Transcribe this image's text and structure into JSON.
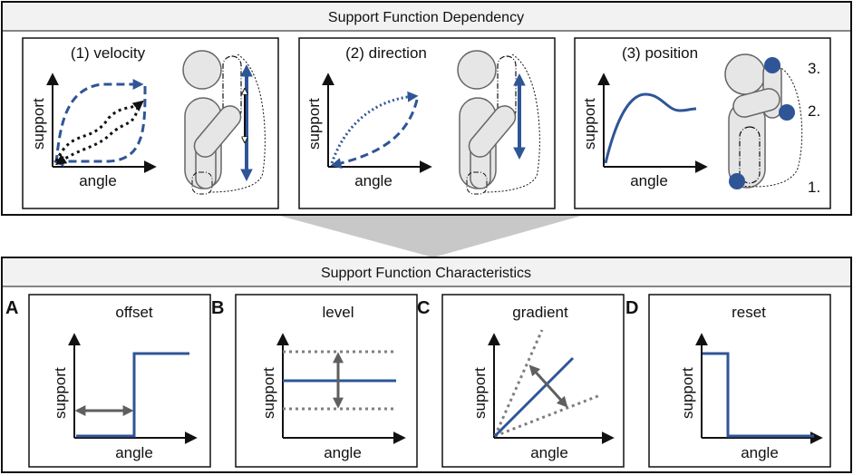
{
  "top_section": {
    "title": "Support Function Dependency",
    "panels": [
      {
        "title": "(1) velocity",
        "xlabel": "angle",
        "ylabel": "support"
      },
      {
        "title": "(2) direction",
        "xlabel": "angle",
        "ylabel": "support"
      },
      {
        "title": "(3) position",
        "xlabel": "angle",
        "ylabel": "support",
        "positions": [
          "3.",
          "2.",
          "1."
        ]
      }
    ]
  },
  "bottom_section": {
    "title": "Support Function Characteristics",
    "panels": [
      {
        "letter": "A",
        "title": "offset",
        "xlabel": "angle",
        "ylabel": "support"
      },
      {
        "letter": "B",
        "title": "level",
        "xlabel": "angle",
        "ylabel": "support"
      },
      {
        "letter": "C",
        "title": "gradient",
        "xlabel": "angle",
        "ylabel": "support"
      },
      {
        "letter": "D",
        "title": "reset",
        "xlabel": "angle",
        "ylabel": "support"
      }
    ]
  },
  "colors": {
    "curve": "#2f5597",
    "dotted_black": "#111111",
    "reference_dotted": "#7f7f7f",
    "double_arrow": "#5f5f5f",
    "header_bg": "#f2f2f2",
    "body_fill": "#e8e8e8",
    "connector": "#c8c8c8"
  }
}
